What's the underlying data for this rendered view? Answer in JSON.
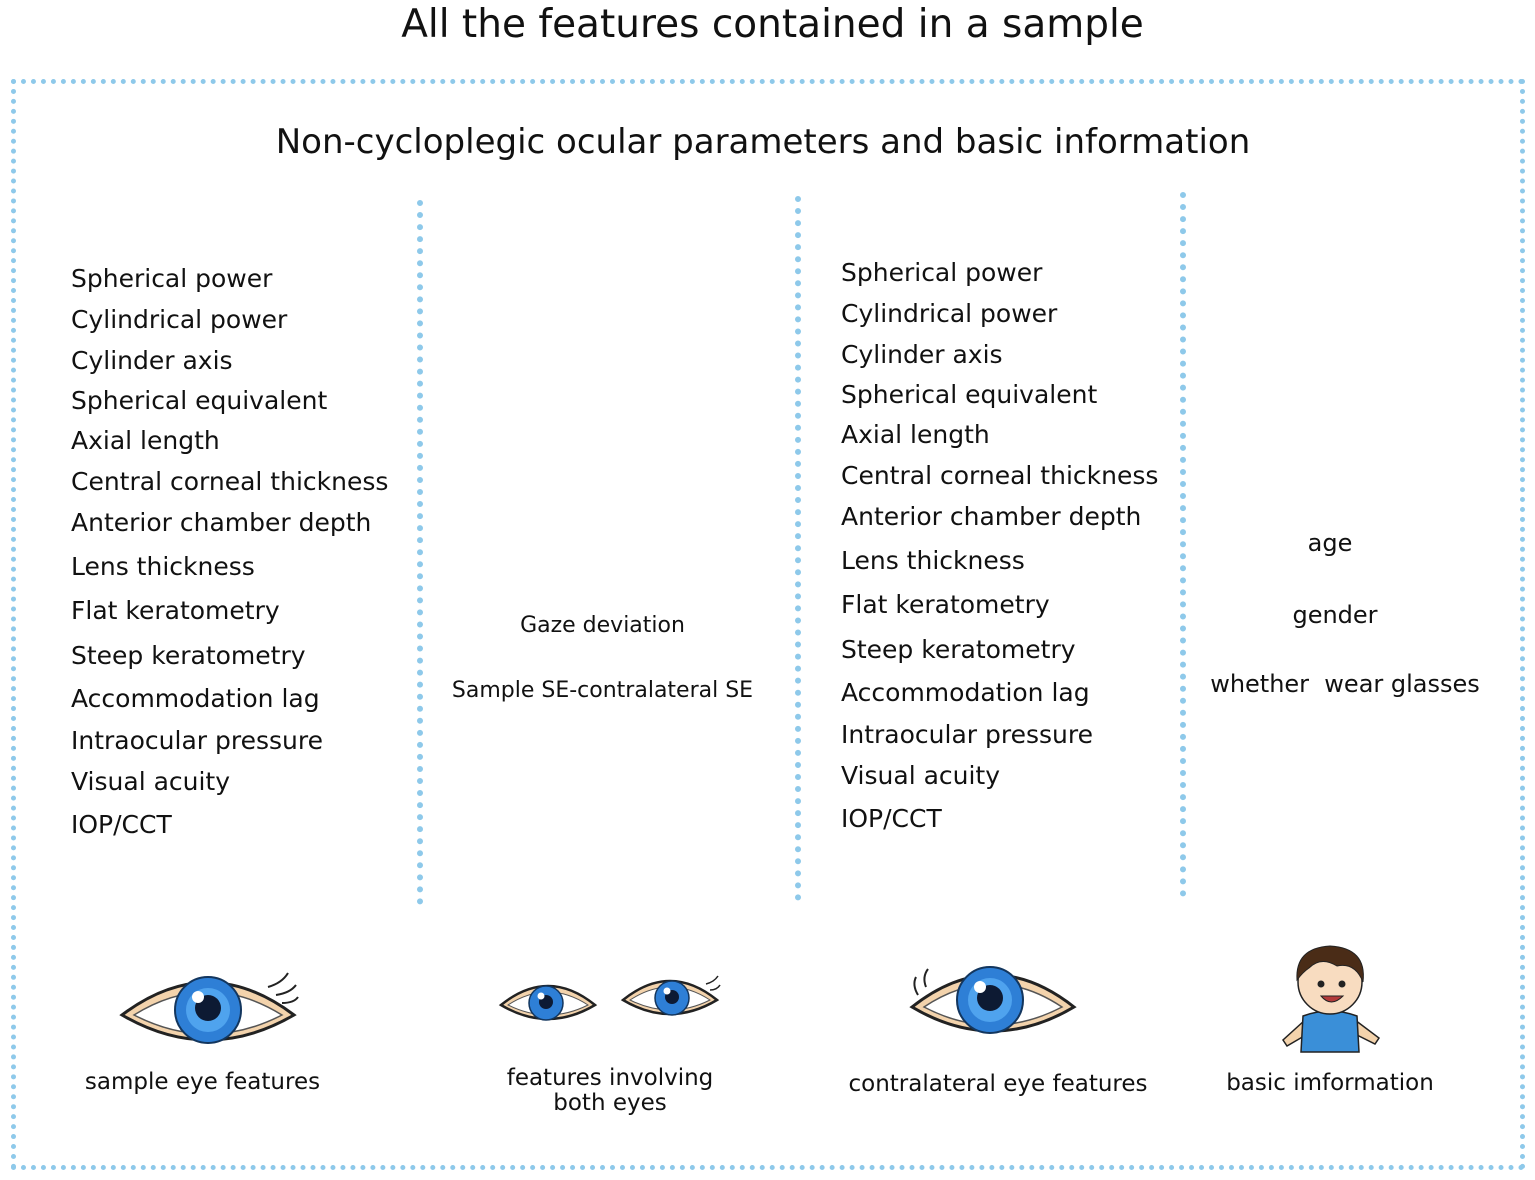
{
  "title": "All the features contained in a sample",
  "subtitle": "Non-cycloplegic ocular parameters and basic information",
  "sample_eye": {
    "items": [
      "Spherical power",
      "Cylindrical power",
      "Cylinder axis",
      "Spherical equivalent",
      "Axial length",
      "Central corneal thickness",
      "Anterior chamber depth",
      "Lens thickness",
      "Flat keratometry",
      "Steep keratometry",
      "Accommodation lag",
      "Intraocular pressure",
      "Visual acuity",
      "IOP/CCT"
    ],
    "caption": "sample eye features",
    "icon": "single-eye-icon"
  },
  "both_eyes": {
    "items": [
      "Gaze deviation",
      "Sample SE-contralateral SE"
    ],
    "caption_line1": "features involving",
    "caption_line2": "both eyes",
    "icon": "pair-of-eyes-icon"
  },
  "contralateral_eye": {
    "items": [
      "Spherical power",
      "Cylindrical power",
      "Cylinder axis",
      "Spherical equivalent",
      "Axial length",
      "Central corneal thickness",
      "Anterior chamber depth",
      "Lens thickness",
      "Flat keratometry",
      "Steep keratometry",
      "Accommodation lag",
      "Intraocular pressure",
      "Visual acuity",
      "IOP/CCT"
    ],
    "caption": "contralateral eye features",
    "icon": "single-eye-icon"
  },
  "basic_info": {
    "items": [
      "age",
      "gender",
      "whether  wear glasses"
    ],
    "caption": "basic imformation",
    "icon": "child-icon"
  },
  "colors": {
    "dotted_border": "#8ec9ea",
    "iris": "#2e7fd6",
    "eyelid_skin": "#f3d3ac",
    "shirt": "#3a8fd8",
    "hair": "#4a2c17"
  }
}
